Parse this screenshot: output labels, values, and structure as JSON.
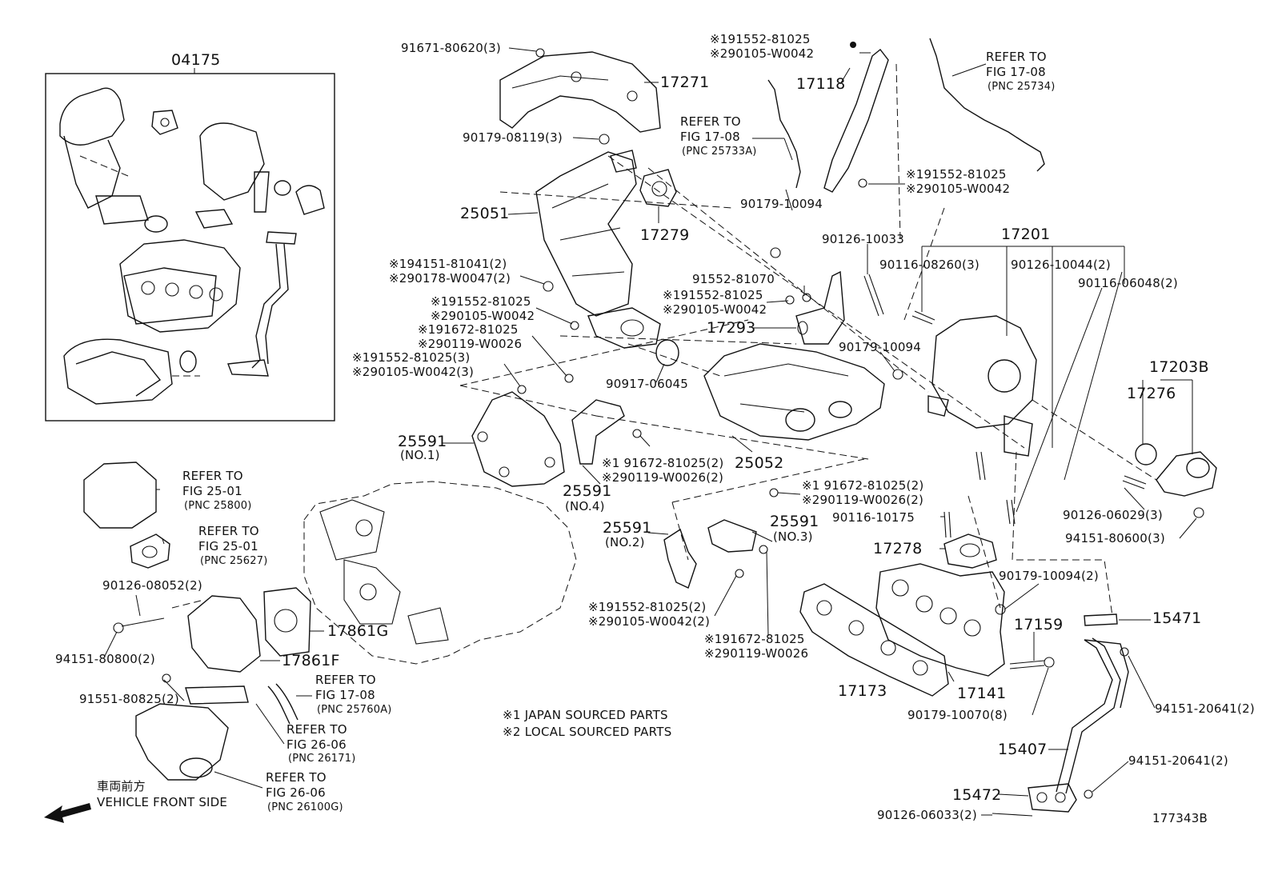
{
  "labels": {
    "kit_04175": "04175",
    "p_91671": "91671-80620(3)",
    "p_17271": "17271",
    "p_90179_08119": "90179-08119(3)",
    "p_25051": "25051",
    "p_17279": "17279",
    "p_191552_top_a": "※191552-81025",
    "p_290105_top_a": "※290105-W0042",
    "p_17118": "17118",
    "refer_1708_a_1": "REFER TO",
    "refer_1708_a_2": "FIG 17-08",
    "refer_1708_a_3": "(PNC 25733A)",
    "refer_1708_b_1": "REFER TO",
    "refer_1708_b_2": "FIG 17-08",
    "refer_1708_b_3": "(PNC 25734)",
    "p_191552_b": "※191552-81025",
    "p_290105_b": "※290105-W0042",
    "p_90179_10094_a": "90179-10094",
    "p_90126_10033": "90126-10033",
    "p_17201": "17201",
    "p_90116_08260": "90116-08260(3)",
    "p_90126_10044": "90126-10044(2)",
    "p_90116_06048": "90116-06048(2)",
    "p_194151": "※194151-81041(2)",
    "p_290178": "※290178-W0047(2)",
    "p_91552_81070": "91552-81070",
    "p_191552_c": "※191552-81025",
    "p_290105_c": "※290105-W0042",
    "p_191552_d": "※191552-81025",
    "p_290105_d": "※290105-W0042",
    "p_191672_a": "※191672-81025",
    "p_290119_a": "※290119-W0026",
    "p_17293": "17293",
    "p_90179_10094_b": "90179-10094",
    "p_90917": "90917-06045",
    "p_191552_e": "※191552-81025(3)",
    "p_290105_e": "※290105-W0042(3)",
    "p_17203b": "17203B",
    "p_17276": "17276",
    "p_25591_1": "25591",
    "p_no1": "(NO.1)",
    "p_25052": "25052",
    "p_191672_b": "※1 91672-81025(2)",
    "p_290119_b": "※290119-W0026(2)",
    "p_25591_4": "25591",
    "p_no4": "(NO.4)",
    "p_191672_c": "※1 91672-81025(2)",
    "p_290119_c": "※290119-W0026(2)",
    "p_90126_06029": "90126-06029(3)",
    "p_94151_80600": "94151-80600(3)",
    "p_90116_10175": "90116-10175",
    "refer_2501_a_1": "REFER TO",
    "refer_2501_a_2": "FIG 25-01",
    "refer_2501_a_3": "(PNC 25800)",
    "refer_2501_b_1": "REFER TO",
    "refer_2501_b_2": "FIG 25-01",
    "refer_2501_b_3": "(PNC 25627)",
    "p_25591_2": "25591",
    "p_no2": "(NO.2)",
    "p_25591_3": "25591",
    "p_no3": "(NO.3)",
    "p_17278": "17278",
    "p_90179_10094_c": "90179-10094(2)",
    "p_15471": "15471",
    "p_90126_08052": "90126-08052(2)",
    "p_191552_f": "※191552-81025(2)",
    "p_290105_f": "※290105-W0042(2)",
    "p_17159": "17159",
    "p_94151_80800": "94151-80800(2)",
    "p_17861g": "17861G",
    "p_191672_d": "※191672-81025",
    "p_290119_d": "※290119-W0026",
    "p_17861f": "17861F",
    "p_91551": "91551-80825(2)",
    "refer_1708_c_1": "REFER TO",
    "refer_1708_c_2": "FIG 17-08",
    "refer_1708_c_3": "(PNC 25760A)",
    "p_17173": "17173",
    "p_17141": "17141",
    "p_90179_10070": "90179-10070(8)",
    "p_94151_20641_a": "94151-20641(2)",
    "refer_2606_a_1": "REFER TO",
    "refer_2606_a_2": "FIG 26-06",
    "refer_2606_a_3": "(PNC 26171)",
    "p_15407": "15407",
    "p_94151_20641_b": "94151-20641(2)",
    "refer_2606_b_1": "REFER TO",
    "refer_2606_b_2": "FIG 26-06",
    "refer_2606_b_3": "(PNC 26100G)",
    "p_15472": "15472",
    "p_90126_06033": "90126-06033(2)",
    "legend_1": "※1 JAPAN SOURCED PARTS",
    "legend_2": "※2 LOCAL SOURCED PARTS",
    "front_jp": "車両前方",
    "front_en": "VEHICLE FRONT SIDE",
    "fig_no": "177343B"
  }
}
